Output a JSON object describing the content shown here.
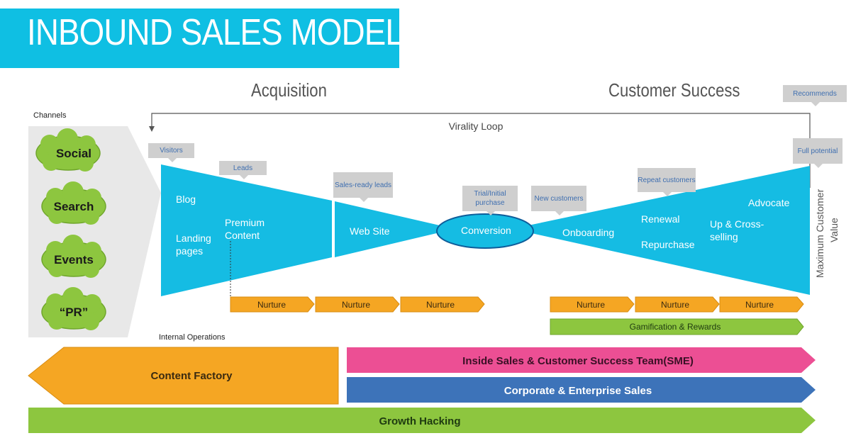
{
  "title": "INBOUND SALES MODEL",
  "sections": {
    "acquisition": "Acquisition",
    "customer_success": "Customer Success"
  },
  "channels": {
    "label": "Channels",
    "items": [
      "Social",
      "Search",
      "Events",
      "“PR”"
    ]
  },
  "virality_loop": "Virality Loop",
  "callouts": {
    "visitors": "Visitors",
    "leads": "Leads",
    "sales_ready": "Sales-ready leads",
    "trial": "Trial/Initial purchase",
    "new_customers": "New customers",
    "repeat": "Repeat customers",
    "full_potential": "Full potential",
    "recommends": "Recommends"
  },
  "funnel": {
    "blog": "Blog",
    "landing": "Landing pages",
    "premium": "Premium Content",
    "website": "Web Site",
    "conversion": "Conversion",
    "onboarding": "Onboarding",
    "renewal": "Renewal",
    "repurchase": "Repurchase",
    "upcross": "Up & Cross-selling",
    "advocate": "Advocate"
  },
  "max_value": "Maximum Customer Value",
  "nurture_label": "Nurture",
  "gamification": "Gamification & Rewards",
  "internal_ops": "Internal Operations",
  "bars": {
    "content_factory": "Content Factory",
    "inside_sales": "Inside Sales & Customer Success Team(SME)",
    "corporate": "Corporate & Enterprise Sales",
    "growth": "Growth Hacking"
  },
  "colors": {
    "title_bg": "#0fbfe3",
    "funnel": "#15bce3",
    "cloud": "#8dc63f",
    "nurture": "#f5a623",
    "gamification": "#8dc63f",
    "content_factory": "#f5a623",
    "inside_sales": "#ec4f94",
    "corporate": "#3d73b9",
    "growth": "#8dc63f"
  }
}
